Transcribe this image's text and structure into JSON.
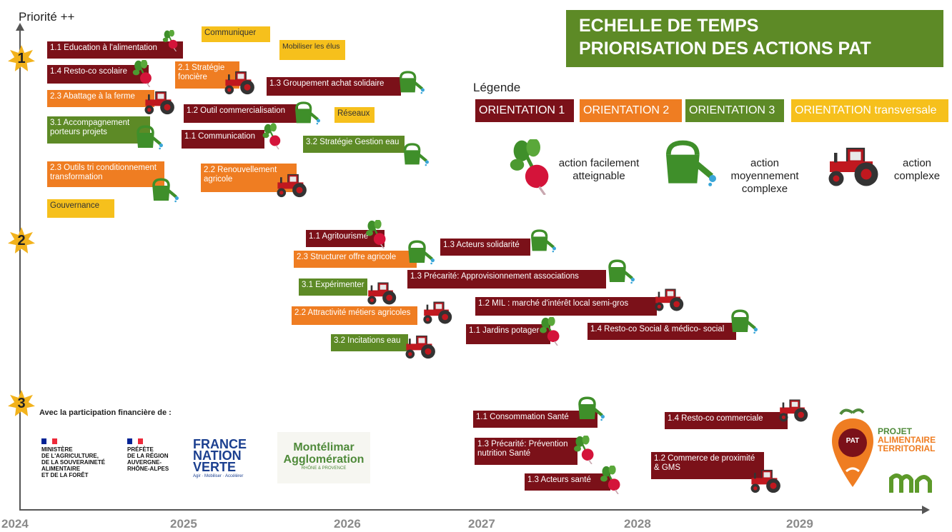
{
  "header": {
    "title_line1": "ECHELLE DE TEMPS",
    "title_line2": "PRIORISATION DES ACTIONS PAT"
  },
  "axis": {
    "y_title": "Priorité ++",
    "priorities": [
      "1",
      "2",
      "3"
    ],
    "years": [
      "2024",
      "2025",
      "2026",
      "2027",
      "2028",
      "2029"
    ]
  },
  "legend": {
    "title": "Légende",
    "orientations": [
      "ORIENTATION 1",
      "ORIENTATION 2",
      "ORIENTATION 3",
      "ORIENTATION transversale"
    ],
    "icons": [
      {
        "icon": "radish-icon",
        "text": "action facilement atteignable"
      },
      {
        "icon": "watering-can-icon",
        "text": "action moyennement complexe"
      },
      {
        "icon": "tractor-icon",
        "text": "action complexe"
      }
    ]
  },
  "colors": {
    "orientation1": "#7b1119",
    "orientation2": "#ef7d22",
    "orientation3": "#5d8a26",
    "transversale": "#f6c01c",
    "title_bg": "#5d8a26",
    "star": "#f2b21c"
  },
  "actions": [
    {
      "label": "1.1 Education à l'alimentation",
      "orientation": "1",
      "complexity": "radish"
    },
    {
      "label": "Communiquer",
      "orientation": "transversale"
    },
    {
      "label": "Mobiliser les élus",
      "orientation": "transversale"
    },
    {
      "label": "1.4 Resto-co scolaire",
      "orientation": "1",
      "complexity": "radish"
    },
    {
      "label": "2.1 Stratégie foncière",
      "orientation": "2",
      "complexity": "tractor"
    },
    {
      "label": "1.3 Groupement achat solidaire",
      "orientation": "1",
      "complexity": "watering-can"
    },
    {
      "label": "2.3 Abattage à la ferme",
      "orientation": "2",
      "complexity": "tractor"
    },
    {
      "label": "1.2 Outil commercialisation",
      "orientation": "1",
      "complexity": "watering-can"
    },
    {
      "label": "Réseaux",
      "orientation": "transversale"
    },
    {
      "label": "3.1 Accompagnement porteurs projets",
      "orientation": "3",
      "complexity": "watering-can"
    },
    {
      "label": "1.1 Communication",
      "orientation": "1",
      "complexity": "radish"
    },
    {
      "label": "3.2 Stratégie Gestion eau",
      "orientation": "3",
      "complexity": "watering-can"
    },
    {
      "label": "2.3 Outils tri conditionnement transformation",
      "orientation": "2",
      "complexity": "watering-can"
    },
    {
      "label": "2.2 Renouvellement agricole",
      "orientation": "2",
      "complexity": "tractor"
    },
    {
      "label": "Gouvernance",
      "orientation": "transversale"
    },
    {
      "label": "1.1 Agritourisme",
      "orientation": "1",
      "complexity": "radish"
    },
    {
      "label": "1.3 Acteurs solidarité",
      "orientation": "1",
      "complexity": "watering-can"
    },
    {
      "label": "2.3 Structurer offre agricole",
      "orientation": "2",
      "complexity": "watering-can"
    },
    {
      "label": "1.3 Précarité: Approvisionnement associations",
      "orientation": "1",
      "complexity": "watering-can"
    },
    {
      "label": "3.1 Expérimenter",
      "orientation": "3",
      "complexity": "tractor"
    },
    {
      "label": "1.2 MIL : marché d'intérêt local semi-gros",
      "orientation": "1",
      "complexity": "tractor"
    },
    {
      "label": "2.2 Attractivité métiers agricoles",
      "orientation": "2",
      "complexity": "tractor"
    },
    {
      "label": "1.1 Jardins potager",
      "orientation": "1",
      "complexity": "radish"
    },
    {
      "label": "1.4 Resto-co Social & médico- social",
      "orientation": "1",
      "complexity": "watering-can"
    },
    {
      "label": "3.2 Incitations eau",
      "orientation": "3",
      "complexity": "tractor"
    },
    {
      "label": "1.1 Consommation Santé",
      "orientation": "1",
      "complexity": "watering-can"
    },
    {
      "label": "1.4 Resto-co commerciale",
      "orientation": "1",
      "complexity": "tractor"
    },
    {
      "label": "1.3 Précarité: Prévention nutrition Santé",
      "orientation": "1",
      "complexity": "radish"
    },
    {
      "label": "1.2 Commerce de proximité & GMS",
      "orientation": "1",
      "complexity": "tractor"
    },
    {
      "label": "1.3 Acteurs santé",
      "orientation": "1",
      "complexity": "radish"
    }
  ],
  "funding": {
    "title": "Avec la participation financière de :",
    "ministere": [
      "MINISTÈRE",
      "DE L'AGRICULTURE,",
      "DE LA SOUVERAINETÉ",
      "ALIMENTAIRE",
      "ET DE LA FORÊT"
    ],
    "prefete": [
      "PRÉFÈTE",
      "DE LA RÉGION",
      "AUVERGNE-",
      "RHÔNE-ALPES"
    ],
    "france_nation_verte": [
      "FRANCE",
      "NATION",
      "VERTE"
    ],
    "fnv_tagline": "Agir · Mobiliser · Accélérer",
    "montelimar": [
      "Montélimar",
      "Agglomération"
    ],
    "montelimar_sub": "RHÔNE & PROVENCE"
  },
  "pat_logo": {
    "badge": "PAT",
    "line1": "PROJET",
    "line2": "ALIMENTAIRE",
    "line3": "TERRITORIAL"
  }
}
